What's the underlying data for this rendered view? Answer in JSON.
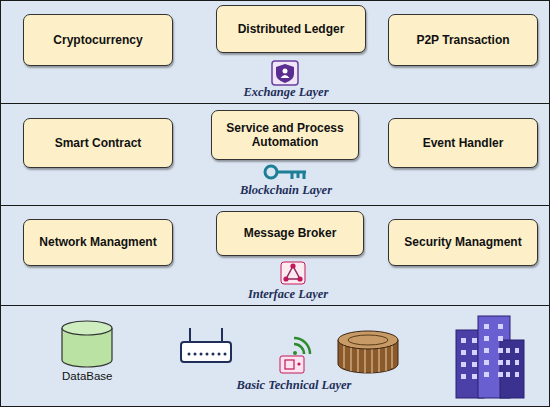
{
  "diagram": {
    "nodes": [
      {
        "text": [
          "Exchange Layer"
        ]
      },
      {
        "text": [
          "Cryptocurrency"
        ],
        "in": 0
      },
      {
        "text": [
          "Distributed Ledger"
        ],
        "in": 0
      },
      {
        "text": [
          "P2P Transaction"
        ],
        "in": 0
      },
      {
        "text": [
          "Blockchain Layer"
        ]
      },
      {
        "text": [
          "Smart Contract"
        ],
        "in": 4
      },
      {
        "text": [
          "Service and Process Automation"
        ],
        "in": 4
      },
      {
        "text": [
          "Event Handler"
        ],
        "in": 4
      },
      {
        "text": [
          "Interface Layer"
        ]
      },
      {
        "text": [
          "Network Managment"
        ],
        "in": 8
      },
      {
        "text": [
          "Message Broker"
        ],
        "in": 8
      },
      {
        "text": [
          "Security Managment"
        ],
        "in": 8
      },
      {
        "text": [
          "Basic Technical Layer"
        ]
      }
    ],
    "labels": [
      "DataBase"
    ]
  }
}
